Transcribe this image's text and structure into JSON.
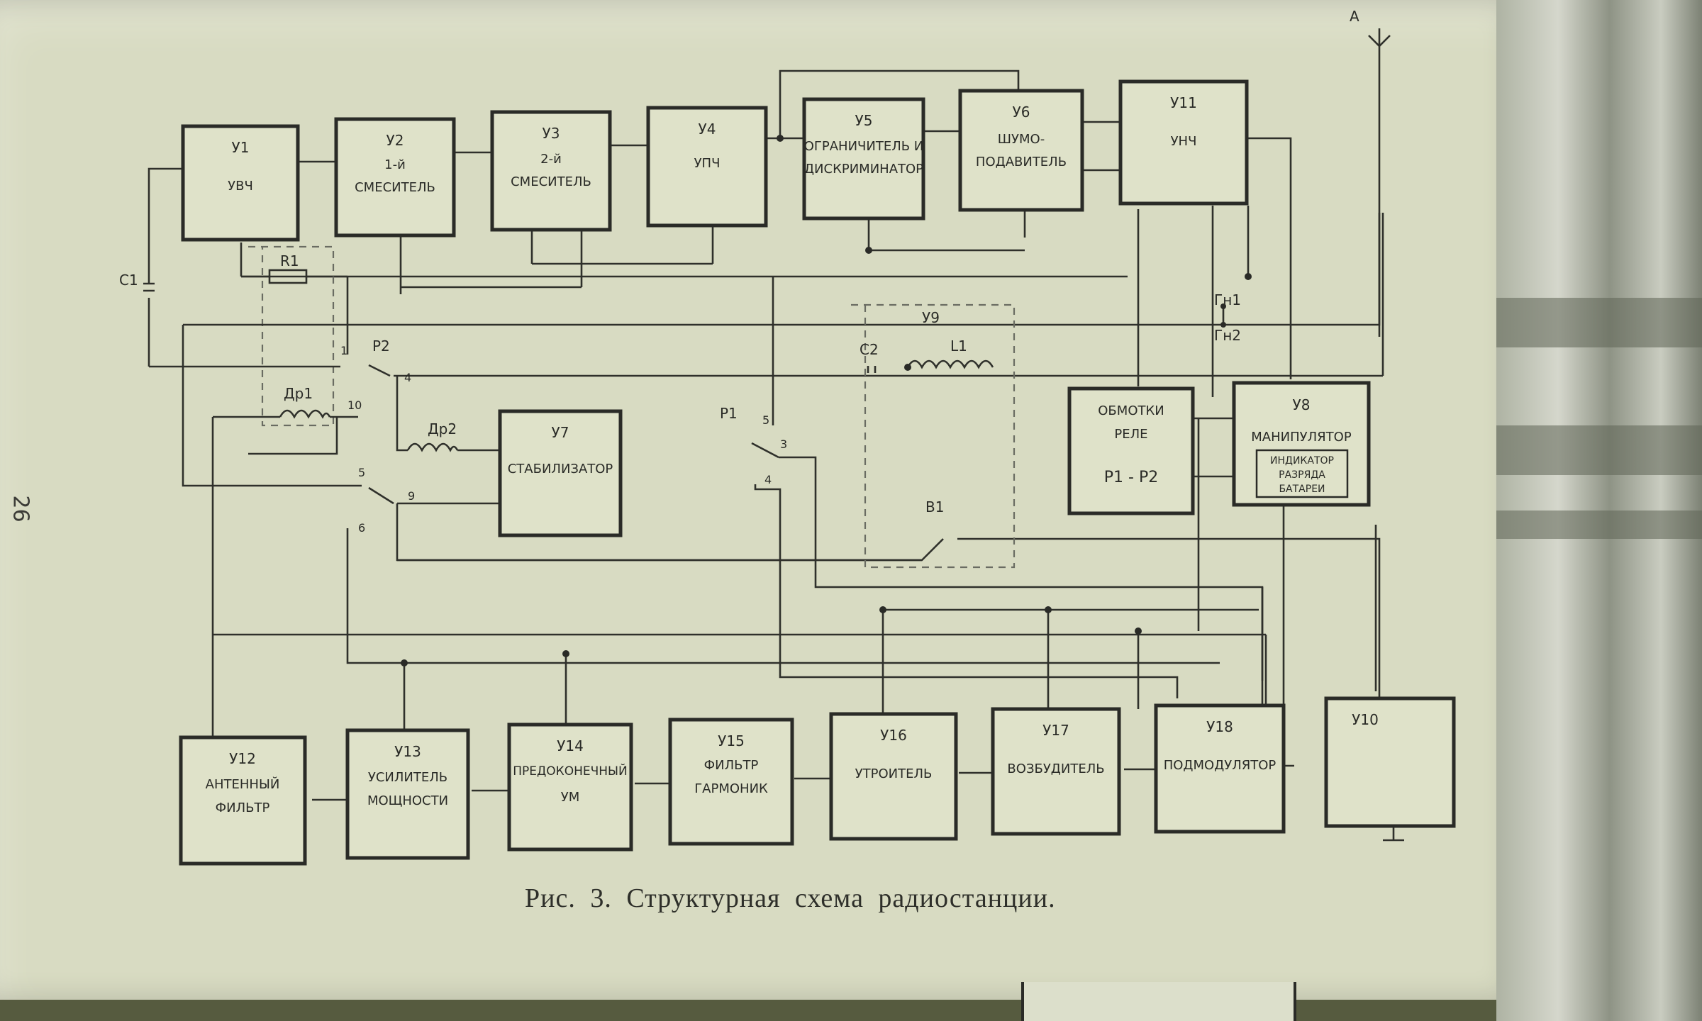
{
  "page": {
    "number": "26"
  },
  "caption": "Рис. 3. Структурная схема радиостанции.",
  "blocks": {
    "u1": {
      "id": "У1",
      "lines": [
        "УВЧ"
      ]
    },
    "u2": {
      "id": "У2",
      "lines": [
        "1-й",
        "СМЕСИТЕЛЬ"
      ]
    },
    "u3": {
      "id": "У3",
      "lines": [
        "2-й",
        "СМЕСИТЕЛЬ"
      ]
    },
    "u4": {
      "id": "У4",
      "lines": [
        "УПЧ"
      ]
    },
    "u5": {
      "id": "У5",
      "lines": [
        "ОГРАНИЧИТЕЛЬ И",
        "ДИСКРИМИНАТОР"
      ]
    },
    "u6": {
      "id": "У6",
      "lines": [
        "ШУМО-",
        "ПОДАВИТЕЛЬ"
      ]
    },
    "u11": {
      "id": "У11",
      "lines": [
        "УНЧ"
      ]
    },
    "rel": {
      "id": "",
      "lines": [
        "ОБМОТКИ",
        "РЕЛЕ",
        "Р1 - Р2"
      ]
    },
    "u8": {
      "id": "У8",
      "lines": [
        "МАНИПУЛЯТОР"
      ],
      "sub": [
        "ИНДИКАТОР",
        "РАЗРЯДА",
        "БАТАРЕИ"
      ]
    },
    "u7": {
      "id": "У7",
      "lines": [
        "СТАБИЛИЗАТОР"
      ]
    },
    "u12": {
      "id": "У12",
      "lines": [
        "АНТЕННЫЙ",
        "ФИЛЬТР"
      ]
    },
    "u13": {
      "id": "У13",
      "lines": [
        "УСИЛИТЕЛЬ",
        "МОЩНОСТИ"
      ]
    },
    "u14": {
      "id": "У14",
      "lines": [
        "ПРЕДОКОНЕЧНЫЙ",
        "УМ"
      ]
    },
    "u15": {
      "id": "У15",
      "lines": [
        "ФИЛЬТР",
        "ГАРМОНИК"
      ]
    },
    "u16": {
      "id": "У16",
      "lines": [
        "УТРОИТЕЛЬ"
      ]
    },
    "u17": {
      "id": "У17",
      "lines": [
        "ВОЗБУДИТЕЛЬ"
      ]
    },
    "u18": {
      "id": "У18",
      "lines": [
        "ПОДМОДУЛЯТОР"
      ]
    },
    "u10": {
      "id": "У10",
      "lines": []
    }
  },
  "labels": {
    "antenna": "А",
    "c1": "С1",
    "r1": "R1",
    "c2": "С2",
    "l1": "L1",
    "u9": "У9",
    "p2": "Р2",
    "p1": "Р1",
    "dr1": "Др1",
    "dr2": "Др2",
    "gn1": "Гн1",
    "gn2": "Гн2",
    "b1": "В1",
    "pin_p2_1": "1",
    "pin_p2_4": "4",
    "pin_p2_10": "10",
    "pin_p2_5": "5",
    "pin_p2_9": "9",
    "pin_p2_6": "6",
    "pin_p1_5": "5",
    "pin_p1_3": "3",
    "pin_p1_4": "4"
  }
}
